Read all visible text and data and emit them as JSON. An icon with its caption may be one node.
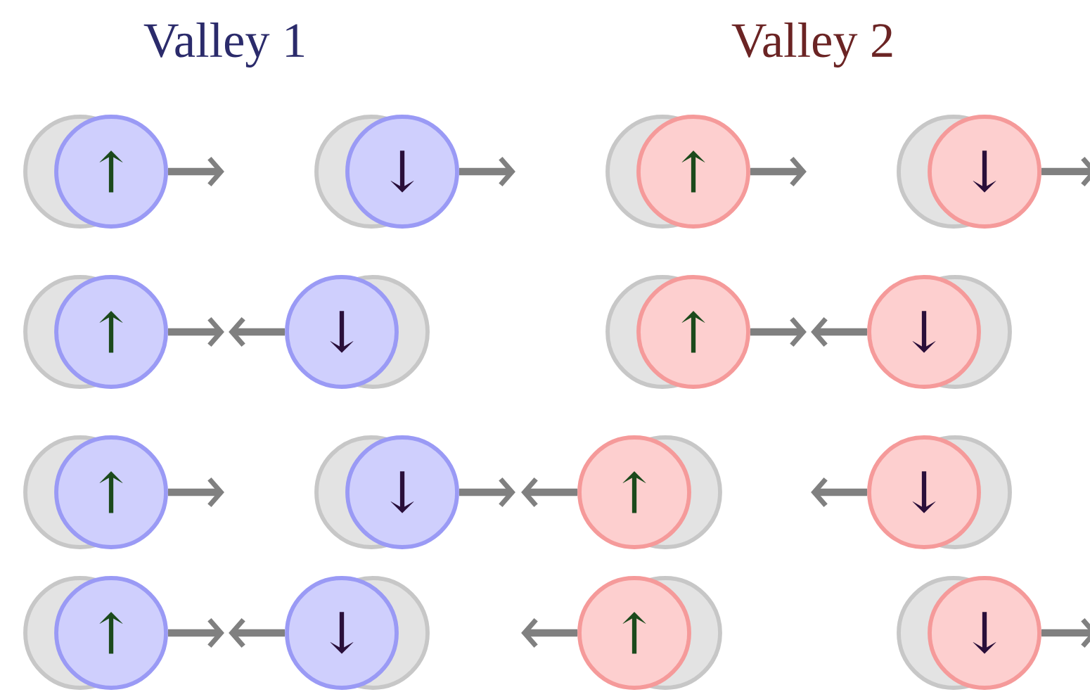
{
  "diagram": {
    "nodes": [
      {
        "text": [
          "↑"
        ]
      },
      {
        "text": [
          "↓"
        ]
      },
      {
        "text": [
          "↑"
        ]
      },
      {
        "text": [
          "↓"
        ]
      },
      {
        "text": [
          "↑"
        ]
      },
      {
        "text": [
          "↓"
        ]
      },
      {
        "text": [
          "↑"
        ]
      },
      {
        "text": [
          "↓"
        ]
      },
      {
        "text": [
          "↑"
        ]
      },
      {
        "text": [
          "↓"
        ]
      },
      {
        "text": [
          "↑"
        ]
      },
      {
        "text": [
          "↓"
        ]
      },
      {
        "text": [
          "↑"
        ]
      },
      {
        "text": [
          "↓"
        ]
      },
      {
        "text": [
          "↑"
        ]
      },
      {
        "text": [
          "↓"
        ]
      }
    ],
    "edges": [
      {
        "from": 0,
        "to": null,
        "arrow": "to"
      },
      {
        "from": 1,
        "to": null,
        "arrow": "to"
      },
      {
        "from": 2,
        "to": null,
        "arrow": "to"
      },
      {
        "from": 3,
        "to": null,
        "arrow": "to"
      },
      {
        "from": 4,
        "to": null,
        "arrow": "to"
      },
      {
        "from": 5,
        "to": null,
        "arrow": "to"
      },
      {
        "from": 6,
        "to": null,
        "arrow": "to"
      },
      {
        "from": 7,
        "to": null,
        "arrow": "to"
      },
      {
        "from": 8,
        "to": null,
        "arrow": "to"
      },
      {
        "from": 9,
        "to": null,
        "arrow": "to"
      },
      {
        "from": 10,
        "to": null,
        "arrow": "to"
      },
      {
        "from": 11,
        "to": null,
        "arrow": "to"
      },
      {
        "from": 12,
        "to": null,
        "arrow": "to"
      },
      {
        "from": 13,
        "to": null,
        "arrow": "to"
      },
      {
        "from": 14,
        "to": null,
        "arrow": "to"
      },
      {
        "from": 15,
        "to": null,
        "arrow": "to"
      }
    ],
    "labels": [
      "Valley 1",
      "Valley 2"
    ]
  }
}
